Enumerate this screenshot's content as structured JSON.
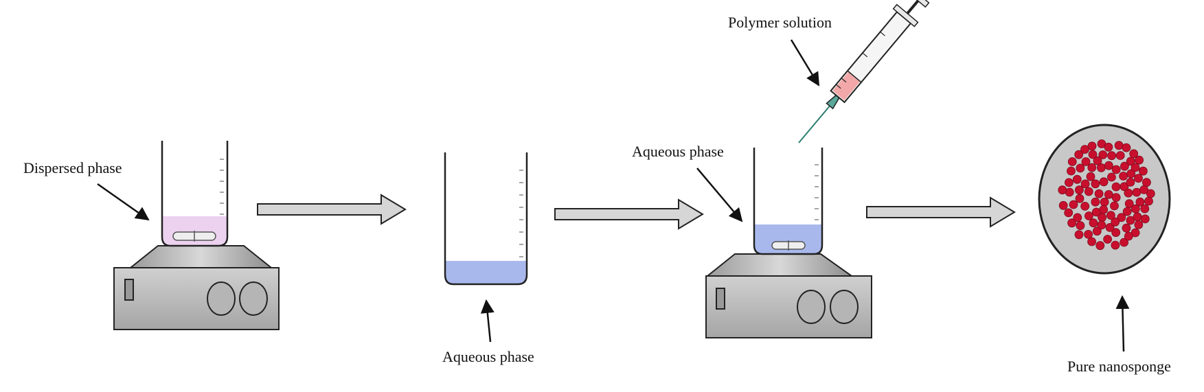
{
  "labels": {
    "dispersed_phase": "Dispersed phase",
    "aqueous_phase_1": "Aqueous phase",
    "aqueous_phase_2": "Aqueous phase",
    "polymer_solution": "Polymer solution",
    "pure_nanosponge": "Pure nanosponge"
  },
  "colors": {
    "dispersed_liquid": "#ecd2ef",
    "aqueous_liquid": "#a9b8ec",
    "plate_metal": "#c9c9c9",
    "arrow_fill": "#d6d6d6",
    "particle": "#c8102e",
    "dish_fill": "#c8c8c8",
    "syringe_plunger": "#f2a8a8"
  },
  "icons": [
    "magnetic-stirrer-icon",
    "beaker-icon",
    "syringe-icon",
    "process-arrow-icon",
    "petri-dish-icon"
  ]
}
